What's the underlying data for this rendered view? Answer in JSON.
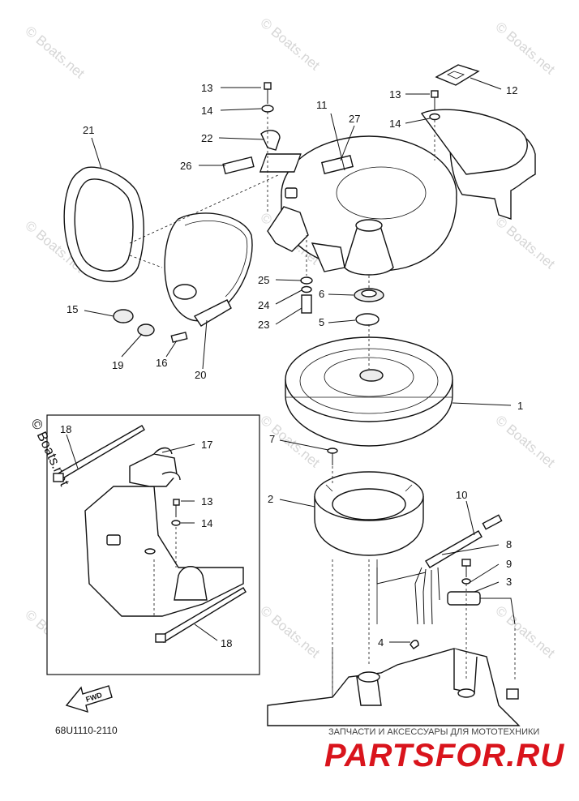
{
  "watermark": "© Boats.net",
  "inset_copyright": "© Boats.net",
  "diagram_code": "68U1110-2110",
  "fwd_label": "FWD",
  "brand": {
    "logo_text": "PARTSFOR.RU",
    "tagline": "ЗАПЧАСТИ И АКСЕССУАРЫ ДЛЯ МОТОТЕХНИКИ"
  },
  "callouts": {
    "c1": "1",
    "c2": "2",
    "c3": "3",
    "c4": "4",
    "c5": "5",
    "c6": "6",
    "c7": "7",
    "c8": "8",
    "c9": "9",
    "c10": "10",
    "c11": "11",
    "c12": "12",
    "c13a": "13",
    "c13b": "13",
    "c13c": "13",
    "c14a": "14",
    "c14b": "14",
    "c14c": "14",
    "c15": "15",
    "c16": "16",
    "c17": "17",
    "c18a": "18",
    "c18b": "18",
    "c19": "19",
    "c20": "20",
    "c21": "21",
    "c22": "22",
    "c23": "23",
    "c24": "24",
    "c25": "25",
    "c26": "26",
    "c27": "27"
  }
}
